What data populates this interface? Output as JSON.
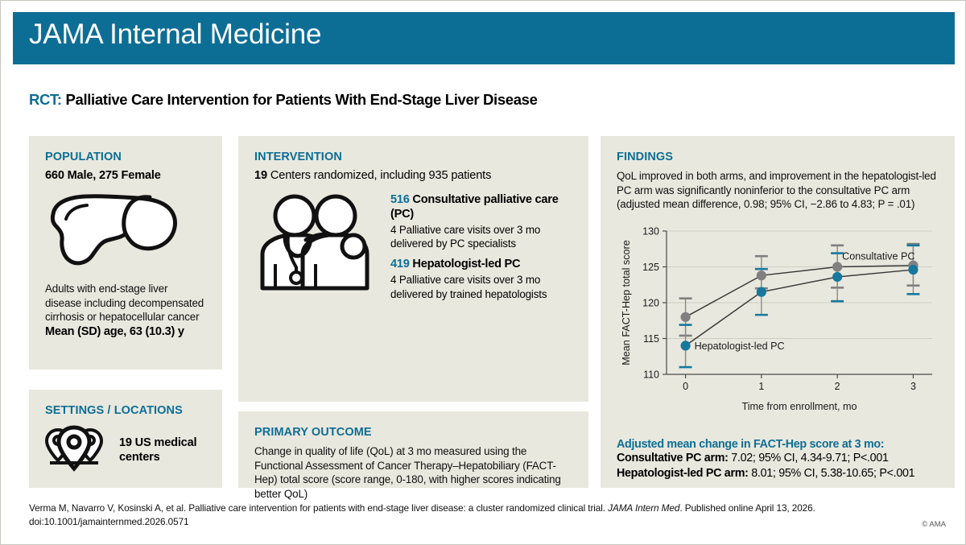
{
  "header": {
    "journal_title": "JAMA Internal Medicine",
    "band_color": "#0d6e95"
  },
  "study_title": {
    "prefix": "RCT:",
    "text": " Palliative Care Intervention for Patients With End-Stage Liver Disease"
  },
  "panels": {
    "population": {
      "heading": "POPULATION",
      "stat": "660 Male, 275 Female",
      "icon": "liver-icon",
      "description": "Adults with end-stage liver disease including decompensated cirrhosis or hepatocellular cancer",
      "age": "Mean (SD) age, 63 (10.3) y"
    },
    "intervention": {
      "heading": "INTERVENTION",
      "stat_number": "19",
      "stat_text": " Centers randomized, including 935 patients",
      "icon": "doctor-patient-icon",
      "arms": [
        {
          "n": "516",
          "title": " Consultative palliative care (PC)",
          "description": "4 Palliative care visits over 3 mo delivered by PC specialists"
        },
        {
          "n": "419",
          "title": " Hepatologist-led PC",
          "description": "4 Palliative care visits over 3 mo delivered by trained hepatologists"
        }
      ]
    },
    "settings": {
      "heading": "SETTINGS / LOCATIONS",
      "icon": "map-pins-icon",
      "label": "19 US medical centers"
    },
    "primary_outcome": {
      "heading": "PRIMARY OUTCOME",
      "description": "Change in quality of life (QoL) at 3 mo measured using the Functional Assessment of Cancer Therapy–Hepatobiliary (FACT-Hep) total score (score range, 0-180, with higher scores indicating better QoL)"
    },
    "findings": {
      "heading": "FINDINGS",
      "summary": "QoL improved in both arms, and improvement in the hepatologist-led PC arm was significantly noninferior to the consultative PC arm (adjusted mean difference, 0.98; 95% CI, −2.86 to 4.83; P = .01)",
      "results_title": "Adjusted mean change in FACT-Hep score at 3 mo:",
      "results": [
        {
          "label": "Consultative PC arm:",
          "value": " 7.02; 95% CI, 4.34-9.71; P<.001"
        },
        {
          "label": "Hepatologist-led PC arm:",
          "value": " 8.01; 95% CI, 5.38-10.65; P<.001"
        }
      ]
    }
  },
  "chart_data": {
    "type": "line",
    "title": "",
    "xlabel": "Time from enrollment, mo",
    "ylabel": "Mean FACT-Hep total score",
    "x": [
      0,
      1,
      2,
      3
    ],
    "xtick_labels": [
      "0",
      "1",
      "2",
      "3"
    ],
    "ytick_labels": [
      "110",
      "115",
      "120",
      "125",
      "130"
    ],
    "yticks": [
      110,
      115,
      120,
      125,
      130
    ],
    "ylim": [
      110,
      130
    ],
    "xlim": [
      -0.25,
      3.25
    ],
    "grid": true,
    "legend_position": "inline-annotation",
    "series": [
      {
        "name": "Consultative PC",
        "color": "#808080",
        "values": [
          118.0,
          123.8,
          125.0,
          125.2
        ],
        "ci_low": [
          115.4,
          122.0,
          122.1,
          122.4
        ],
        "ci_high": [
          120.6,
          126.5,
          128.0,
          128.2
        ],
        "label": "Consultative PC"
      },
      {
        "name": "Hepatologist-led PC",
        "color": "#17789e",
        "values": [
          114.0,
          121.5,
          123.6,
          124.6
        ],
        "ci_low": [
          111.0,
          118.3,
          120.2,
          121.2
        ],
        "ci_high": [
          116.9,
          124.7,
          126.9,
          128.0
        ],
        "label": "Hepatologist-led PC"
      }
    ]
  },
  "footer": {
    "citation_part1": "Verma M, Navarro V, Kosinski A, et al. Palliative care intervention for patients with end-stage liver disease: a cluster randomized clinical trial. ",
    "citation_journal": "JAMA Intern Med",
    "citation_part2": ". Published online April 13, 2026. doi:10.1001/jamainternmed.2026.0571",
    "copyright": "© AMA"
  }
}
